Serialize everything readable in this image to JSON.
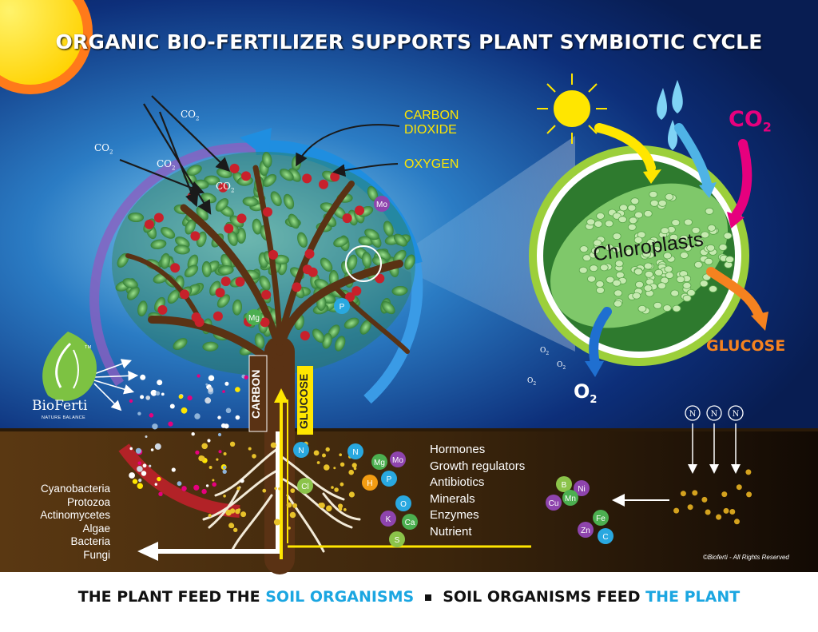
{
  "title": "ORGANIC BIO-FERTILIZER SUPPORTS PLANT SYMBIOTIC CYCLE",
  "co2_small": {
    "text": "CO",
    "sub": "2"
  },
  "carbon_dioxide_lines": [
    "CARBON",
    "DIOXIDE"
  ],
  "oxygen": "OXYGEN",
  "chloroplasts": "Chloroplasts",
  "glucose": "GLUCOSE",
  "o2": {
    "text": "O",
    "sub": "2"
  },
  "co2_big": {
    "text": "CO",
    "sub": "2"
  },
  "trunk_labels": {
    "carbon": "CARBON",
    "glucose": "GLUCOSE"
  },
  "brand": {
    "name": "BioFerti",
    "tagline": "NATURE BALANCE",
    "trademark": "TM"
  },
  "soil_outputs": [
    "Hormones",
    "Growth regulators",
    "Antibiotics",
    "Minerals",
    "Enzymes",
    "Nutrient"
  ],
  "soil_organisms": [
    "Cyanobacteria",
    "Protozoa",
    "Actinomycetes",
    "Algae",
    "Bacteria",
    "Fungi"
  ],
  "copyright": "©Bioferti - All Rights Reserved",
  "bottom_banner": {
    "part1": "THE PLANT FEED THE ",
    "part1_highlight": "SOIL ORGANISMS",
    "part2": "SOIL ORGANISMS FEED ",
    "part2_highlight": "THE PLANT"
  },
  "nutrients": [
    {
      "label": "Mo",
      "color": "#8e44ad"
    },
    {
      "label": "Mg",
      "color": "#4caf50"
    },
    {
      "label": "P",
      "color": "#29a8e0"
    },
    {
      "label": "N",
      "color": "#29a8e0"
    },
    {
      "label": "N",
      "color": "#29a8e0"
    },
    {
      "label": "Mg",
      "color": "#4caf50"
    },
    {
      "label": "Mo",
      "color": "#8e44ad"
    },
    {
      "label": "Cl",
      "color": "#8bc34a"
    },
    {
      "label": "H",
      "color": "#f39c12"
    },
    {
      "label": "P",
      "color": "#29a8e0"
    },
    {
      "label": "O",
      "color": "#29a8e0"
    },
    {
      "label": "K",
      "color": "#8e44ad"
    },
    {
      "label": "Ca",
      "color": "#4caf50"
    },
    {
      "label": "S",
      "color": "#8bc34a"
    },
    {
      "label": "B",
      "color": "#8bc34a"
    },
    {
      "label": "Ni",
      "color": "#8e44ad"
    },
    {
      "label": "Cu",
      "color": "#8e44ad"
    },
    {
      "label": "Mn",
      "color": "#4caf50"
    },
    {
      "label": "Fe",
      "color": "#4caf50"
    },
    {
      "label": "Zn",
      "color": "#8e44ad"
    },
    {
      "label": "C",
      "color": "#29a8e0"
    }
  ],
  "nitrogen_markers": [
    "N",
    "N",
    "N"
  ],
  "colors": {
    "sky_top": "#0a2a6e",
    "sky_glow": "#6fc8ef",
    "soil": "#4a2e10",
    "leaf": "#3a9a3a",
    "apple": "#c8212b",
    "cycle_blue": "#1f8ee0",
    "cycle_purple": "#8a5fc0",
    "magenta": "#e6007e",
    "orange": "#f5821f",
    "yellow": "#ffe600"
  },
  "icons": [
    "sun-icon",
    "water-drops-icon",
    "tree-icon",
    "leaf-logo-icon",
    "root-icon"
  ]
}
